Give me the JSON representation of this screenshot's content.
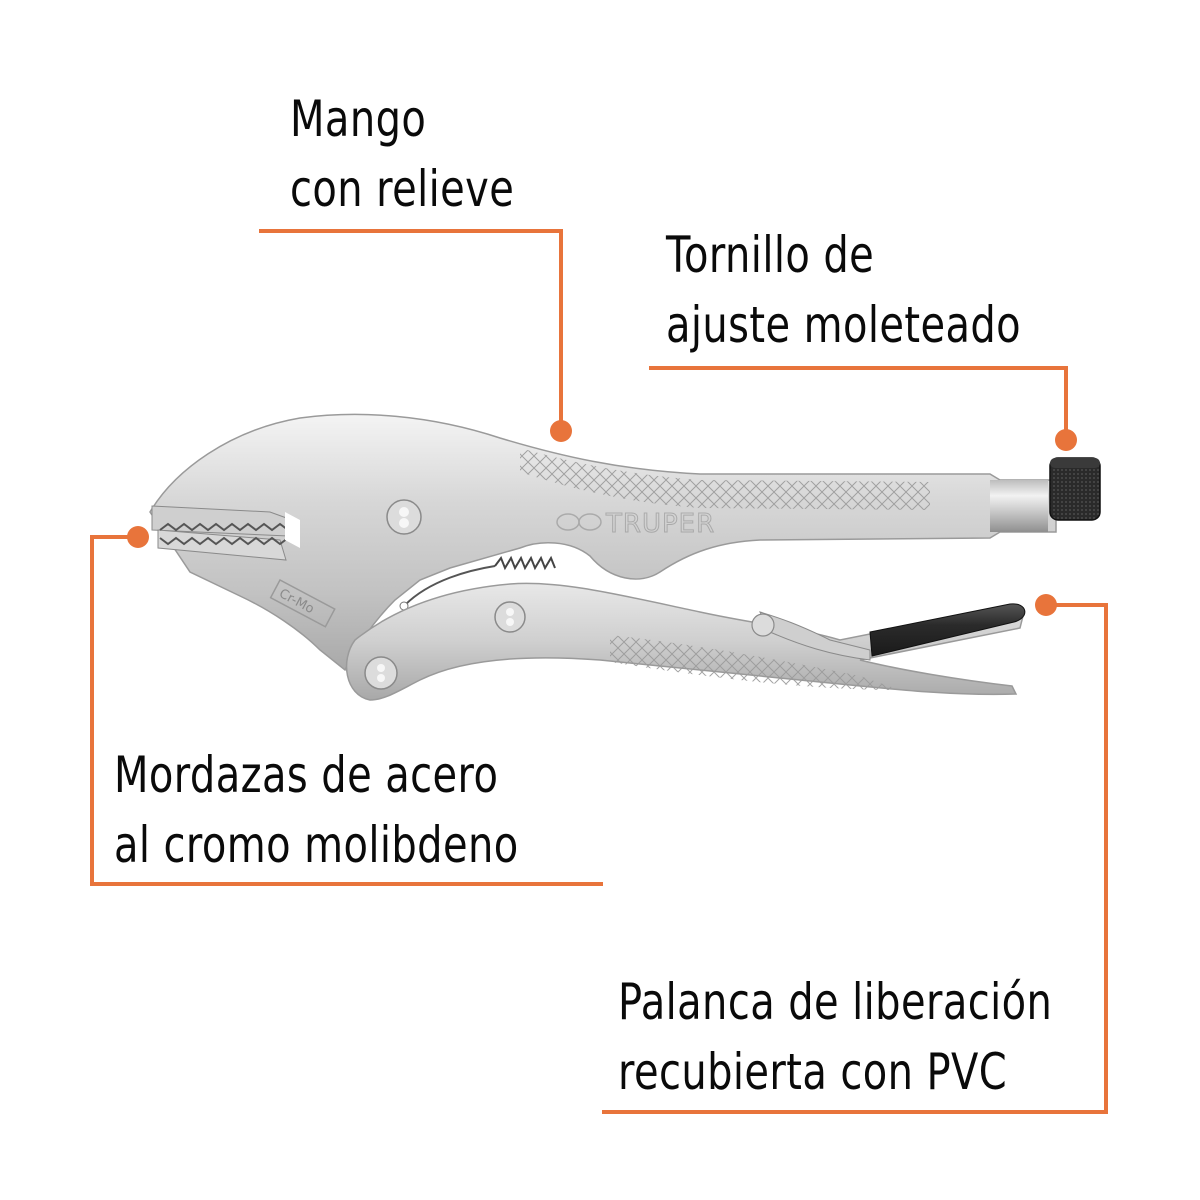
{
  "theme": {
    "accent": "#E8743B",
    "text": "#0A0A0A",
    "background": "#FFFFFF",
    "metal_light": "#E6E6E6",
    "metal_mid": "#C4C4C4",
    "metal_dark": "#8A8A8A",
    "pvc_black": "#2A2A2A"
  },
  "product": {
    "brand_engraving": "TRUPER",
    "jaw_stamp": "Cr-Mo"
  },
  "callouts": [
    {
      "id": "mango",
      "lines": [
        "Mango",
        "con relieve"
      ]
    },
    {
      "id": "tornillo",
      "lines": [
        "Tornillo de",
        "ajuste moleteado"
      ]
    },
    {
      "id": "mordazas",
      "lines": [
        "Mordazas de acero",
        "al cromo molibdeno"
      ]
    },
    {
      "id": "palanca",
      "lines": [
        "Palanca de liberación",
        "recubierta con PVC"
      ]
    }
  ]
}
